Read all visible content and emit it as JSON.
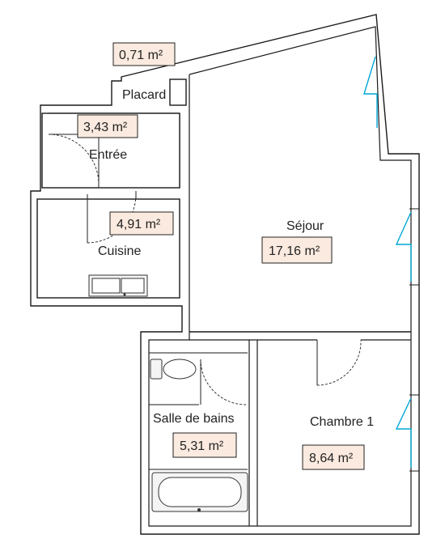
{
  "plan": {
    "colors": {
      "wall": "#1a1a1a",
      "window": "#00a6d6",
      "area_fill": "#fbeadf"
    },
    "rooms": [
      {
        "id": "placard",
        "name": "Placard",
        "area": "0,71 m²"
      },
      {
        "id": "entree",
        "name": "Entrée",
        "area": "3,43 m²"
      },
      {
        "id": "cuisine",
        "name": "Cuisine",
        "area": "4,91 m²"
      },
      {
        "id": "sejour",
        "name": "Séjour",
        "area": "17,16 m²"
      },
      {
        "id": "sdb",
        "name": "Salle de bains",
        "area": "5,31 m²"
      },
      {
        "id": "chambre",
        "name": "Chambre 1",
        "area": "8,64 m²"
      }
    ],
    "fixtures": [
      "toilet-icon",
      "bathtub-icon",
      "kitchen-sink-icon"
    ]
  }
}
